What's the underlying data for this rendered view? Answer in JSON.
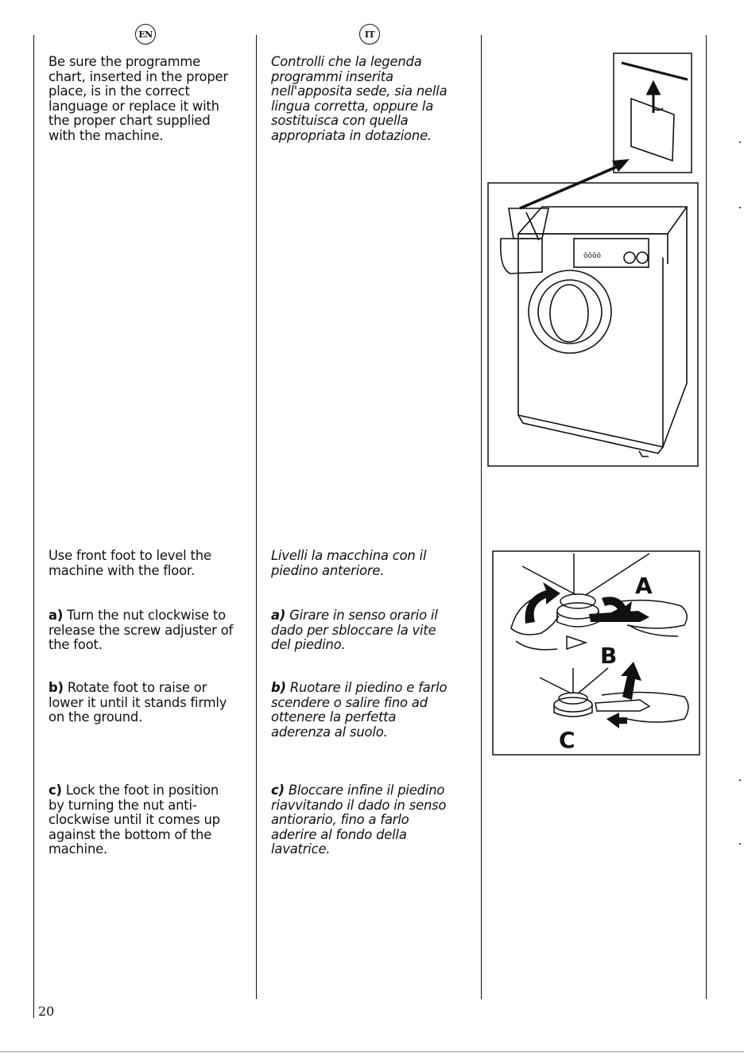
{
  "header": {
    "en_badge": "EN",
    "it_badge": "IT"
  },
  "en": {
    "chart_text": "Be sure the programme\nchart, inserted in the proper\nplace, is in the correct\nlanguage or replace it with\nthe proper chart supplied\nwith the machine.",
    "level_text": "Use front foot to level the\nmachine with the floor.",
    "step_a": {
      "letter": "a)",
      "text": " Turn the nut clockwise to\nrelease the screw adjuster of\nthe foot."
    },
    "step_b": {
      "letter": "b)",
      "text": " Rotate foot to raise or\nlower it until it stands firmly\non the ground."
    },
    "step_c": {
      "letter": "c)",
      "text": " Lock the foot in position\nby turning the nut anti-\nclockwise until it comes up\nagainst the bottom of the\nmachine."
    }
  },
  "it": {
    "chart_text": "Controlli che la legenda\nprogrammi inserita\nnell'apposita sede, sia nella\nlingua corretta, oppure la\nsostituisca con quella\nappropriata in dotazione.",
    "level_text": "Livelli la macchina con il\npiedino anteriore.",
    "step_a": {
      "letter": "a)",
      "text": " Girare in senso orario il\ndado per sbloccare la vite\ndel piedino."
    },
    "step_b": {
      "letter": "b)",
      "text": " Ruotare il piedino e farlo\nscendere o salire fino ad\nottenere la perfetta\naderenza al suolo."
    },
    "step_c": {
      "letter": "c)",
      "text": " Bloccare infine il piedino\nriavvitando il dado in senso\nantiorario, fino a farlo\naderire al fondo della\nlavatrice."
    }
  },
  "figures": {
    "foot_labels": {
      "a": "A",
      "b": "B",
      "c": "C"
    }
  },
  "footer": {
    "page_number": "20"
  }
}
